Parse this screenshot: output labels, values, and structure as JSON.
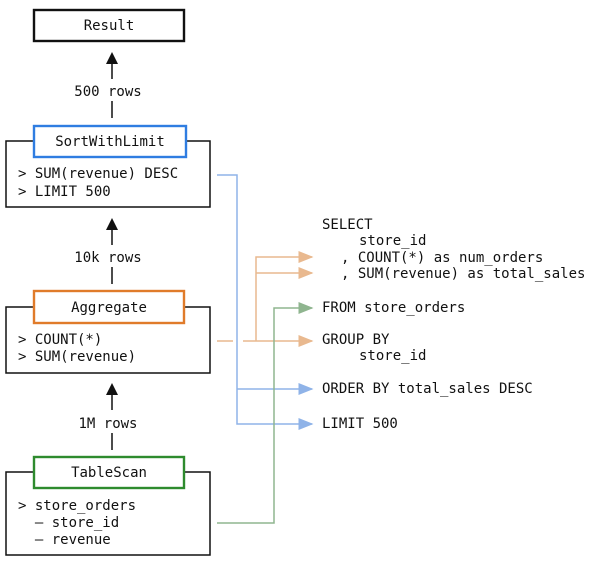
{
  "nodes": {
    "result": {
      "title": "Result"
    },
    "sort": {
      "title": "SortWithLimit",
      "details": [
        "> SUM(revenue) DESC",
        "> LIMIT 500"
      ]
    },
    "aggregate": {
      "title": "Aggregate",
      "details": [
        "> COUNT(*)",
        "> SUM(revenue)"
      ]
    },
    "scan": {
      "title": "TableScan",
      "details": [
        "> store_orders",
        "  – store_id",
        "  – revenue"
      ]
    }
  },
  "edges": {
    "sort_to_result": "500 rows",
    "agg_to_sort": "10k rows",
    "scan_to_agg": "1M rows"
  },
  "sql": {
    "select": "SELECT",
    "select_col1": "store_id",
    "select_col2": ", COUNT(*) as num_orders",
    "select_col3": ", SUM(revenue) as total_sales",
    "from": "FROM store_orders",
    "group_by": "GROUP BY",
    "group_col": "store_id",
    "order_by": "ORDER BY total_sales DESC",
    "limit": "LIMIT 500"
  },
  "colors": {
    "sort": "#2f7de1",
    "aggregate": "#e07b2a",
    "scan": "#2e8b2e",
    "sort_line": "#8fb3e8",
    "aggregate_line": "#e9b98f",
    "scan_line": "#8fb58f"
  }
}
